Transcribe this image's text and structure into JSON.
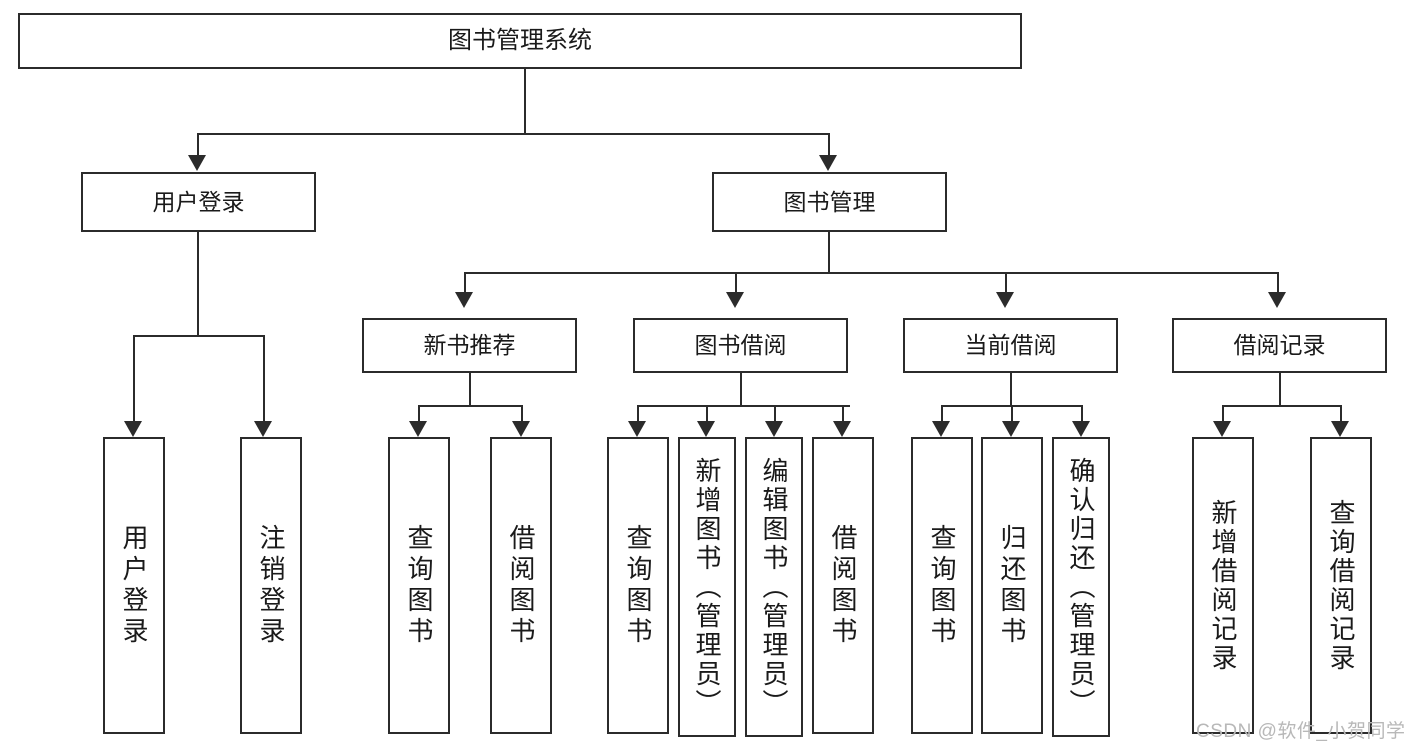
{
  "diagram": {
    "title": "图书管理系统",
    "type": "hierarchy-tree",
    "root": {
      "id": "root",
      "label": "图书管理系统"
    },
    "level2": [
      {
        "id": "user-login",
        "label": "用户登录"
      },
      {
        "id": "book-management",
        "label": "图书管理"
      }
    ],
    "level3": [
      {
        "id": "new-book-recommend",
        "label": "新书推荐",
        "parent": "book-management"
      },
      {
        "id": "book-borrow",
        "label": "图书借阅",
        "parent": "book-management"
      },
      {
        "id": "current-borrow",
        "label": "当前借阅",
        "parent": "book-management"
      },
      {
        "id": "borrow-record",
        "label": "借阅记录",
        "parent": "book-management"
      }
    ],
    "leaves": [
      {
        "id": "leaf-user-login",
        "label": "用户登录",
        "parent": "user-login"
      },
      {
        "id": "leaf-logout",
        "label": "注销登录",
        "parent": "user-login"
      },
      {
        "id": "leaf-query-book-1",
        "label": "查询图书",
        "parent": "new-book-recommend"
      },
      {
        "id": "leaf-borrow-book-1",
        "label": "借阅图书",
        "parent": "new-book-recommend"
      },
      {
        "id": "leaf-query-book-2",
        "label": "查询图书",
        "parent": "book-borrow"
      },
      {
        "id": "leaf-add-book",
        "label": "新增图书（管理员）",
        "parent": "book-borrow"
      },
      {
        "id": "leaf-edit-book",
        "label": "编辑图书（管理员）",
        "parent": "book-borrow"
      },
      {
        "id": "leaf-borrow-book-2",
        "label": "借阅图书",
        "parent": "book-borrow"
      },
      {
        "id": "leaf-query-book-3",
        "label": "查询图书",
        "parent": "current-borrow"
      },
      {
        "id": "leaf-return-book",
        "label": "归还图书",
        "parent": "current-borrow"
      },
      {
        "id": "leaf-confirm-return",
        "label": "确认归还（管理员）",
        "parent": "current-borrow"
      },
      {
        "id": "leaf-add-record",
        "label": "新增借阅记录",
        "parent": "borrow-record"
      },
      {
        "id": "leaf-query-record",
        "label": "查询借阅记录",
        "parent": "borrow-record"
      }
    ]
  },
  "watermark": {
    "text": "CSDN @软件_小贺同学"
  },
  "colors": {
    "stroke": "#2b2b2b",
    "fill": "#ffffff",
    "text": "#1a1a1a",
    "watermark": "#b8b8b8"
  }
}
